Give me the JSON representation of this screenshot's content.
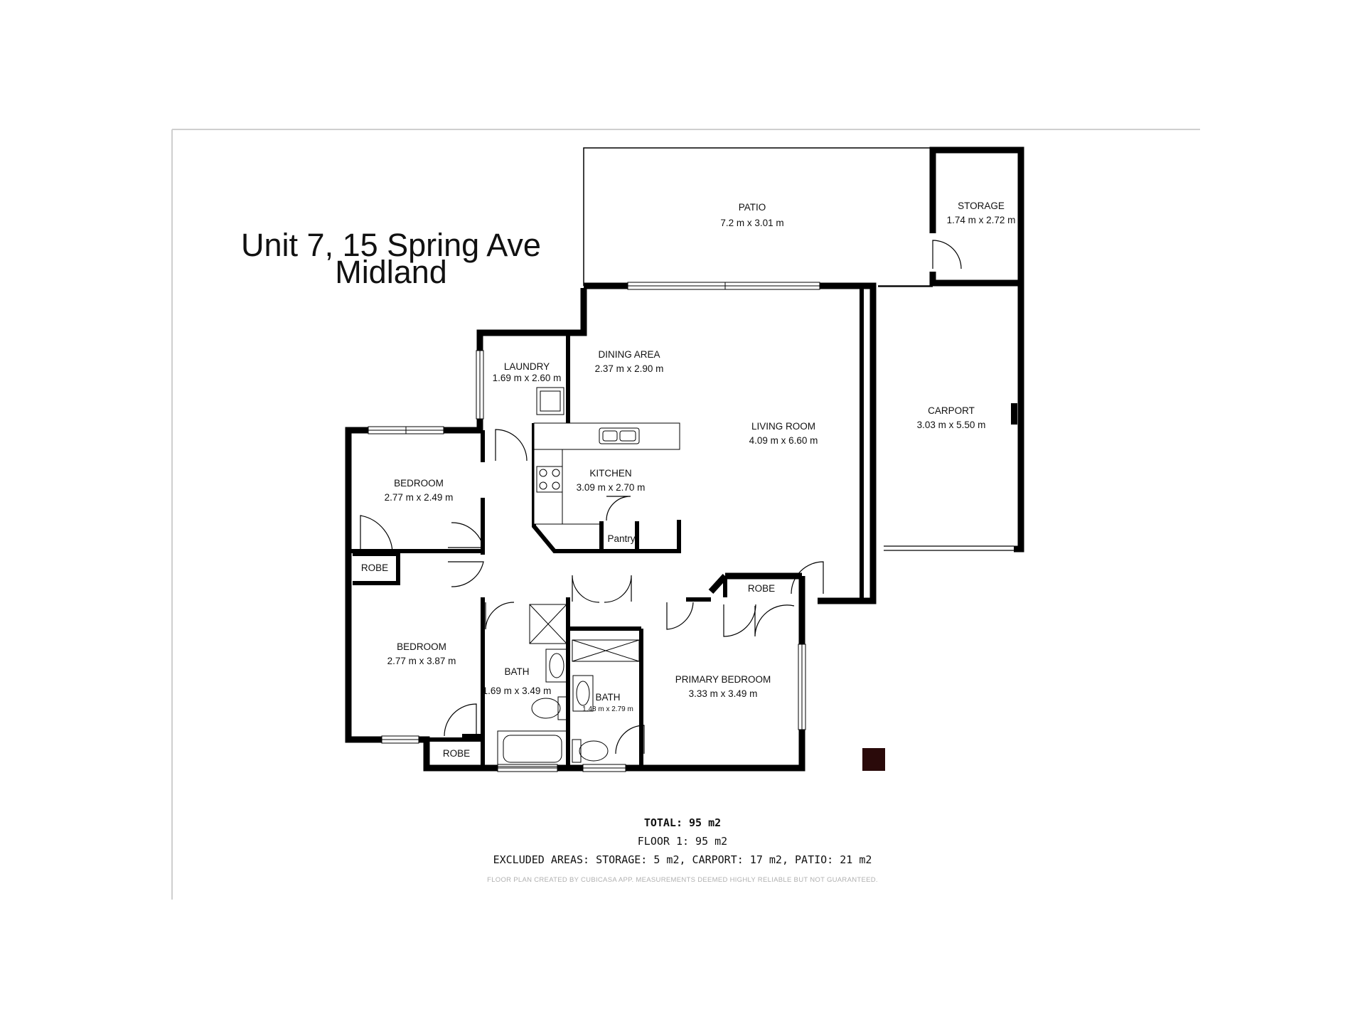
{
  "title": {
    "line1": "Unit 7, 15 Spring Ave",
    "line2": "Midland"
  },
  "rooms": {
    "patio": {
      "name": "PATIO",
      "dims": "7.2 m x 3.01 m"
    },
    "storage": {
      "name": "STORAGE",
      "dims": "1.74 m x 2.72 m"
    },
    "dining": {
      "name": "DINING AREA",
      "dims": "2.37 m x 2.90 m"
    },
    "laundry": {
      "name": "LAUNDRY",
      "dims": "1.69 m x 2.60 m"
    },
    "living": {
      "name": "LIVING ROOM",
      "dims": "4.09 m x 6.60 m"
    },
    "carport": {
      "name": "CARPORT",
      "dims": "3.03 m x 5.50 m"
    },
    "kitchen": {
      "name": "KITCHEN",
      "dims": "3.09 m x 2.70 m"
    },
    "pantry": {
      "name": "Pantry"
    },
    "bedroom1": {
      "name": "BEDROOM",
      "dims": "2.77 m x 2.49 m"
    },
    "robe1": {
      "name": "ROBE"
    },
    "bedroom2": {
      "name": "BEDROOM",
      "dims": "2.77 m x 3.87 m"
    },
    "robe2": {
      "name": "ROBE"
    },
    "bath1": {
      "name": "BATH",
      "dims": "1.69 m x 3.49 m"
    },
    "bath2": {
      "name": "BATH",
      "dims": "1.48 m x 2.79 m"
    },
    "robe3": {
      "name": "ROBE"
    },
    "primary": {
      "name": "PRIMARY BEDROOM",
      "dims": "3.33 m x 3.49 m"
    }
  },
  "summary": {
    "total": "TOTAL: 95 m2",
    "floor1": "FLOOR 1: 95 m2",
    "excluded": "EXCLUDED AREAS: STORAGE: 5 m2, CARPORT: 17 m2, PATIO: 21 m2",
    "credit": "FLOOR PLAN CREATED BY CUBICASA APP. MEASUREMENTS DEEMED HIGHLY RELIABLE BUT NOT GUARANTEED."
  },
  "colors": {
    "wall": "#000000",
    "marker": "#2a0a0a"
  }
}
